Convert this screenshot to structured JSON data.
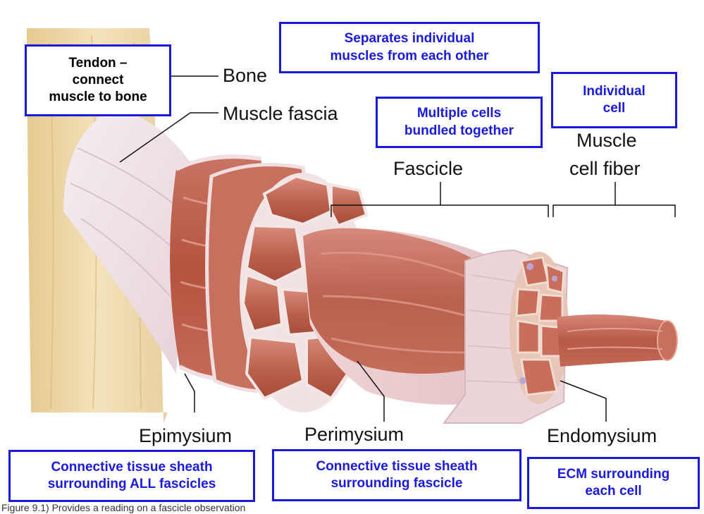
{
  "labels": {
    "bone": "Bone",
    "muscle_fascia": "Muscle fascia",
    "fascicle": "Fascicle",
    "muscle_cell_fiber_1": "Muscle",
    "muscle_cell_fiber_2": "cell fiber",
    "epimysium": "Epimysium",
    "perimysium": "Perimysium",
    "endomysium": "Endomysium"
  },
  "annotations": {
    "tendon": [
      "Tendon –",
      "connect",
      "muscle to bone"
    ],
    "fascia": [
      "Separates individual",
      "muscles from each other"
    ],
    "fascicle": [
      "Multiple cells",
      "bundled together"
    ],
    "fiber": [
      "Individual",
      "cell"
    ],
    "epimysium": [
      "Connective tissue sheath",
      "surrounding ALL fascicles"
    ],
    "perimysium": [
      "Connective tissue sheath",
      "surrounding fascicle"
    ],
    "endomysium": [
      "ECM surrounding",
      "each cell"
    ]
  },
  "caption": "Figure 9.1) Provides a reading on a fascicle observation",
  "colors": {
    "annotation_blue": "#1a1adf",
    "muscle_red": "#b5533f",
    "bone_tan": "#eed6a4",
    "sheath_pink": "#e9c7c7"
  }
}
